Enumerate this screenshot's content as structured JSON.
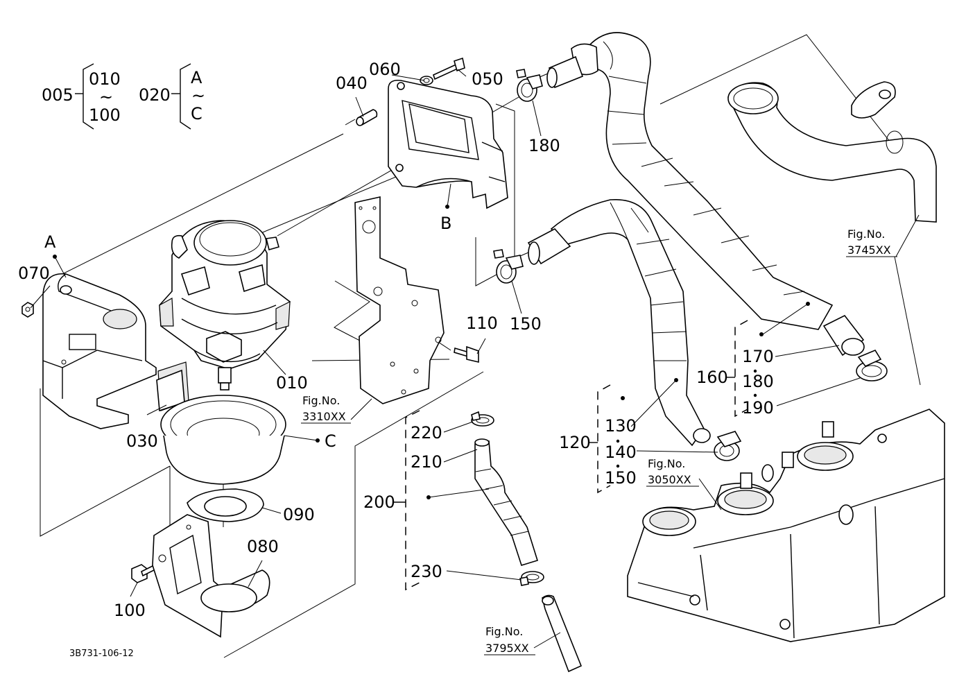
{
  "drawing_code": "3B731-106-12",
  "assembly_groups": {
    "g005": {
      "code": "005",
      "from": "010",
      "tilde": "~",
      "to": "100"
    },
    "g020": {
      "code": "020",
      "from": "A",
      "tilde": "~",
      "to": "C"
    },
    "g120": {
      "code": "120",
      "items": [
        "130",
        "140",
        "150"
      ]
    },
    "g160": {
      "code": "160",
      "items": [
        "170",
        "180",
        "190"
      ]
    },
    "g200": {
      "code": "200",
      "items": [
        "220",
        "210",
        "230"
      ]
    }
  },
  "part_labels": {
    "p010": "010",
    "p030": "030",
    "p040": "040",
    "p050": "050",
    "p060": "060",
    "p070": "070",
    "p080": "080",
    "p090": "090",
    "p100": "100",
    "p110": "110",
    "p150": "150",
    "p180": "180",
    "A": "A",
    "B": "B",
    "C": "C"
  },
  "figure_refs": {
    "r3310": {
      "prefix": "Fig.No.",
      "number": "3310XX"
    },
    "r3050": {
      "prefix": "Fig.No.",
      "number": "3050XX"
    },
    "r3745": {
      "prefix": "Fig.No.",
      "number": "3745XX"
    },
    "r3795": {
      "prefix": "Fig.No.",
      "number": "3795XX"
    }
  },
  "colors": {
    "line": "#000000",
    "background": "#ffffff"
  }
}
